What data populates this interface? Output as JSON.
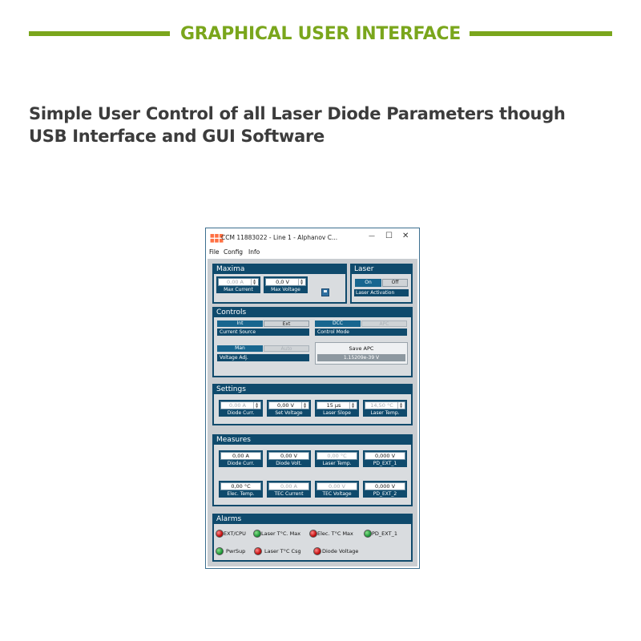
{
  "header": {
    "title": "GRAPHICAL USER INTERFACE"
  },
  "subtitle": "Simple User Control of all Laser Diode Parameters though USB Interface and GUI Software",
  "colors": {
    "accent": "#7aa61c",
    "panel_header": "#0f4a6c",
    "led_red": "#c41010",
    "led_green": "#1f9a3a"
  },
  "window": {
    "title": "CCM 11883022 - Line 1 - Alphanov C...",
    "icon": "app-icon",
    "controls": {
      "minimize": "—",
      "maximize": "☐",
      "close": "✕"
    },
    "menu": [
      "File",
      "Config",
      "Info"
    ]
  },
  "maxima": {
    "title": "Maxima",
    "max_current": {
      "value": "0,00 A",
      "label": "Max Current"
    },
    "max_voltage": {
      "value": "0,0 V",
      "label": "Max Voltage"
    },
    "save_icon": "floppy-disk-icon"
  },
  "laser": {
    "title": "Laser",
    "on": "On",
    "off": "Off",
    "label": "Laser Activation"
  },
  "controls": {
    "title": "Controls",
    "current_source": {
      "int": "Int",
      "ext": "Ext",
      "label": "Current Source"
    },
    "control_mode": {
      "dcc": "DCC",
      "apc": "APC",
      "label": "Control Mode"
    },
    "voltage_adj": {
      "man": "Man",
      "auto": "Auto",
      "label": "Voltage Adj."
    },
    "save_apc": {
      "label": "Save APC",
      "value": "1.15209e-39 V"
    }
  },
  "settings": {
    "title": "Settings",
    "fields": [
      {
        "value": "0,00 A",
        "label": "Diode Curr."
      },
      {
        "value": "0,00 V",
        "label": "Set Voltage"
      },
      {
        "value": "15 µs",
        "label": "Laser Slope"
      },
      {
        "value": "14,50 °C",
        "label": "Laser Temp."
      }
    ]
  },
  "measures": {
    "title": "Measures",
    "row1": [
      {
        "value": "0,00 A",
        "label": "Diode Curr."
      },
      {
        "value": "0,00 V",
        "label": "Diode Volt."
      },
      {
        "value": "0,00 °C",
        "label": "Laser Temp."
      },
      {
        "value": "0,000 V",
        "label": "PD_EXT_1"
      }
    ],
    "row2": [
      {
        "value": "0,00 °C",
        "label": "Elec. Temp."
      },
      {
        "value": "0,00 A",
        "label": "TEC Current"
      },
      {
        "value": "0,00 V",
        "label": "TEC Voltage"
      },
      {
        "value": "0,000 V",
        "label": "PD_EXT_2"
      }
    ]
  },
  "alarms": {
    "title": "Alarms",
    "items": [
      {
        "label": "EXT/CPU",
        "state": "red"
      },
      {
        "label": "Laser T°C. Max",
        "state": "green"
      },
      {
        "label": "Elec. T°C Max",
        "state": "red"
      },
      {
        "label": "PD_EXT_1",
        "state": "green"
      },
      {
        "label": "PwrSup",
        "state": "green"
      },
      {
        "label": "Laser T°C Csg",
        "state": "red"
      },
      {
        "label": "Diode Voltage",
        "state": "red"
      }
    ]
  }
}
